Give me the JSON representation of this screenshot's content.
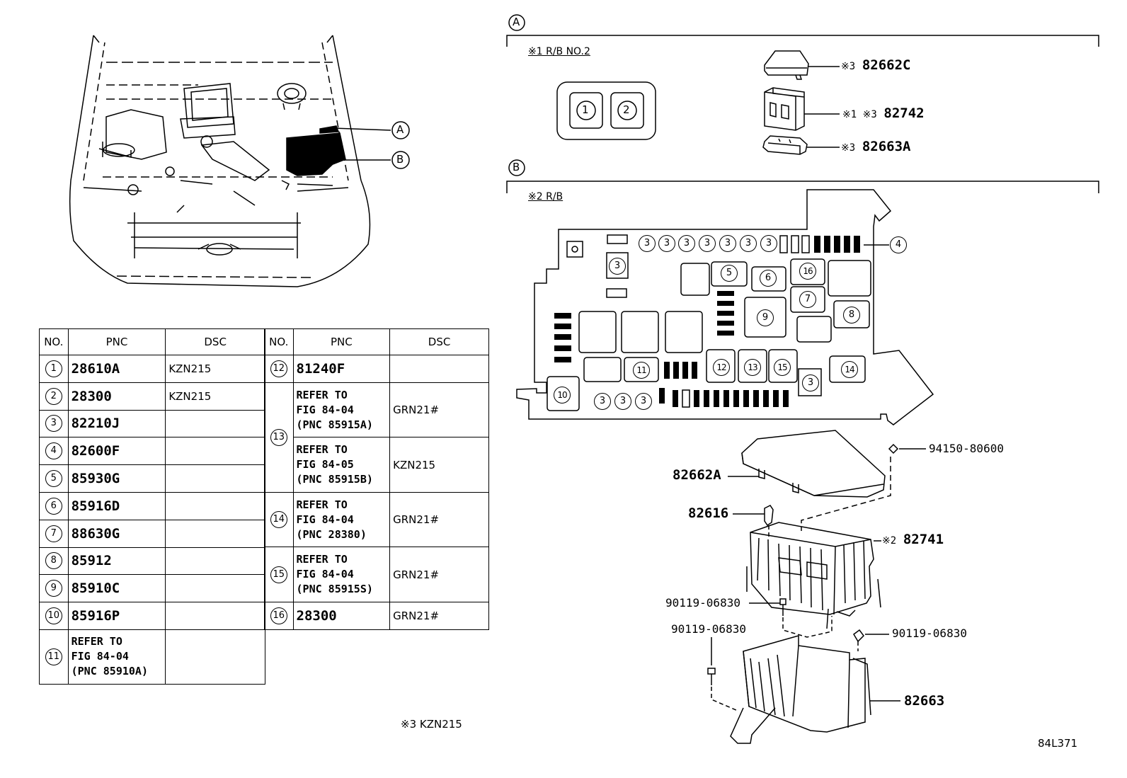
{
  "sections": {
    "A": {
      "marker": "A",
      "title": "※1 R/B NO.2"
    },
    "B": {
      "marker": "B",
      "title": "※2 R/B"
    }
  },
  "engine_callouts": [
    "A",
    "B"
  ],
  "section_a_parts": [
    {
      "note": "※3",
      "pnc": "82662C"
    },
    {
      "note": "※1 ※3",
      "pnc": "82742"
    },
    {
      "note": "※3",
      "pnc": "82663A"
    }
  ],
  "fuse_box_a_slots": [
    "1",
    "2"
  ],
  "relay_block_numbers": [
    "3",
    "3",
    "3",
    "3",
    "3",
    "3",
    "3",
    "4",
    "3",
    "5",
    "6",
    "16",
    "7",
    "8",
    "9",
    "11",
    "12",
    "13",
    "15",
    "3",
    "14",
    "10",
    "3",
    "3",
    "3"
  ],
  "assembly_parts": {
    "cover": "82662A",
    "clip": "82616",
    "block": {
      "note": "※2",
      "pnc": "82741"
    },
    "nut": "94150-80600",
    "bolt_1": "90119-06830",
    "bolt_2": "90119-06830",
    "bolt_3": "90119-06830",
    "bracket": "82663"
  },
  "table": {
    "headers": [
      "NO.",
      "PNC",
      "DSC"
    ],
    "left": [
      {
        "no": "1",
        "pnc": "28610A",
        "dsc": "KZN215"
      },
      {
        "no": "2",
        "pnc": "28300",
        "dsc": "KZN215"
      },
      {
        "no": "3",
        "pnc": "82210J",
        "dsc": ""
      },
      {
        "no": "4",
        "pnc": "82600F",
        "dsc": ""
      },
      {
        "no": "5",
        "pnc": "85930G",
        "dsc": ""
      },
      {
        "no": "6",
        "pnc": "85916D",
        "dsc": ""
      },
      {
        "no": "7",
        "pnc": "88630G",
        "dsc": ""
      },
      {
        "no": "8",
        "pnc": "85912",
        "dsc": ""
      },
      {
        "no": "9",
        "pnc": "85910C",
        "dsc": ""
      },
      {
        "no": "10",
        "pnc": "85916P",
        "dsc": ""
      },
      {
        "no": "11",
        "pnc_lines": [
          "REFER TO",
          "FIG 84-04",
          "(PNC 85910A)"
        ],
        "dsc": ""
      }
    ],
    "right": [
      {
        "no": "12",
        "pnc": "81240F",
        "dsc": ""
      },
      {
        "no": "13",
        "rows": [
          {
            "pnc_lines": [
              "REFER TO",
              "FIG 84-04",
              "(PNC 85915A)"
            ],
            "dsc": "GRN21#"
          },
          {
            "pnc_lines": [
              "REFER TO",
              "FIG 84-05",
              "(PNC 85915B)"
            ],
            "dsc": "KZN215"
          }
        ]
      },
      {
        "no": "14",
        "pnc_lines": [
          "REFER TO",
          "FIG 84-04",
          "(PNC 28380)"
        ],
        "dsc": "GRN21#"
      },
      {
        "no": "15",
        "pnc_lines": [
          "REFER TO",
          "FIG 84-04",
          "(PNC 85915S)"
        ],
        "dsc": "GRN21#"
      },
      {
        "no": "16",
        "pnc": "28300",
        "dsc": "GRN21#"
      }
    ]
  },
  "footnote": "※3 KZN215",
  "figure_code": "84L371"
}
